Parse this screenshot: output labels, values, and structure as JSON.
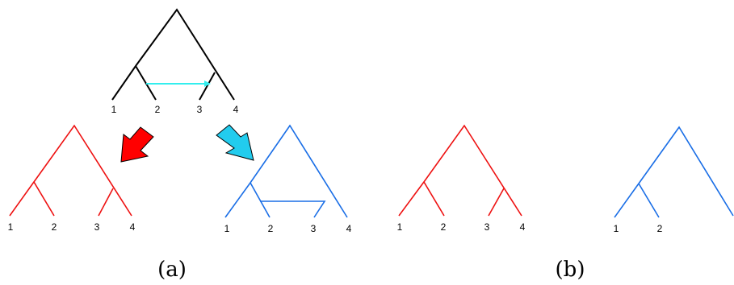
{
  "colors": {
    "species_tree": "#000000",
    "transfer_edge": "#33eeee",
    "red_tree": "#ee1111",
    "blue_tree": "#1a6ee6",
    "red_arrow": "#ff0000",
    "cyan_arrow": "#22ccee",
    "arrow_outline": "#000000",
    "text": "#000000"
  },
  "panel_labels": {
    "a": "(a)",
    "b": "(b)"
  },
  "species_tree": {
    "leaves": [
      "1",
      "2",
      "3",
      "4"
    ]
  },
  "panel_a": {
    "red_tree": {
      "leaves": [
        "1",
        "2",
        "3",
        "4"
      ]
    },
    "blue_network": {
      "leaves": [
        "1",
        "2",
        "3",
        "4"
      ]
    }
  },
  "panel_b": {
    "red_tree": {
      "leaves": [
        "1",
        "2",
        "3",
        "4"
      ]
    },
    "blue_tree": {
      "leaves": [
        "1",
        "2"
      ]
    }
  }
}
